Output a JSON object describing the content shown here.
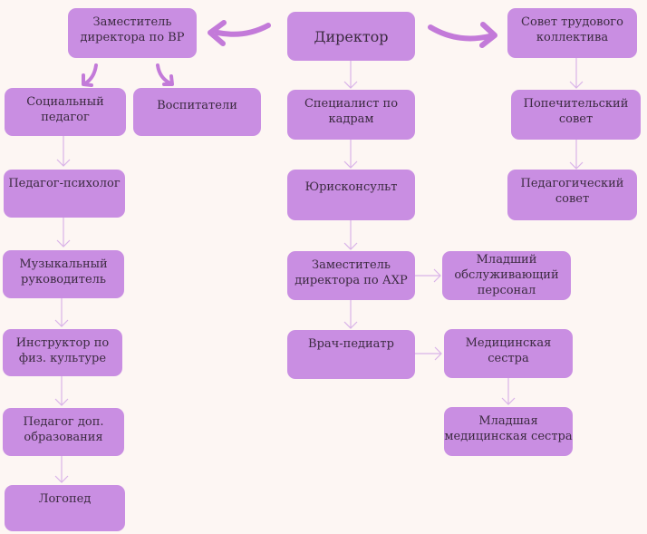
{
  "colors": {
    "node_fill": "#c98ee2",
    "connector": "#d9b3e8",
    "thick_arrow": "#c37ad9",
    "background": "#fdf6f3"
  },
  "nodes": {
    "director": "Директор",
    "deputy_vr": "Заместитель директора по ВР",
    "labor_council": "Совет трудового коллектива",
    "social_pedagogue": "Социальный педагог",
    "educators": "Воспитатели",
    "hr_specialist": "Специалист по кадрам",
    "board_trustees": "Попечительский совет",
    "psychologist": "Педагог-психолог",
    "legal_advisor": "Юрисконсульт",
    "pedagogical_council": "Педагогический совет",
    "music_director": "Музыкальный руководитель",
    "deputy_akhr": "Заместитель директора по АХР",
    "junior_staff": "Младший обслуживающий персонал",
    "pe_instructor": "Инструктор по физ. культуре",
    "pediatrician": "Врач-педиатр",
    "nurse": "Медицинская сестра",
    "extra_ed_teacher": "Педагог доп. образования",
    "junior_nurse": "Младшая медицинская сестра",
    "speech_therapist": "Логопед"
  }
}
